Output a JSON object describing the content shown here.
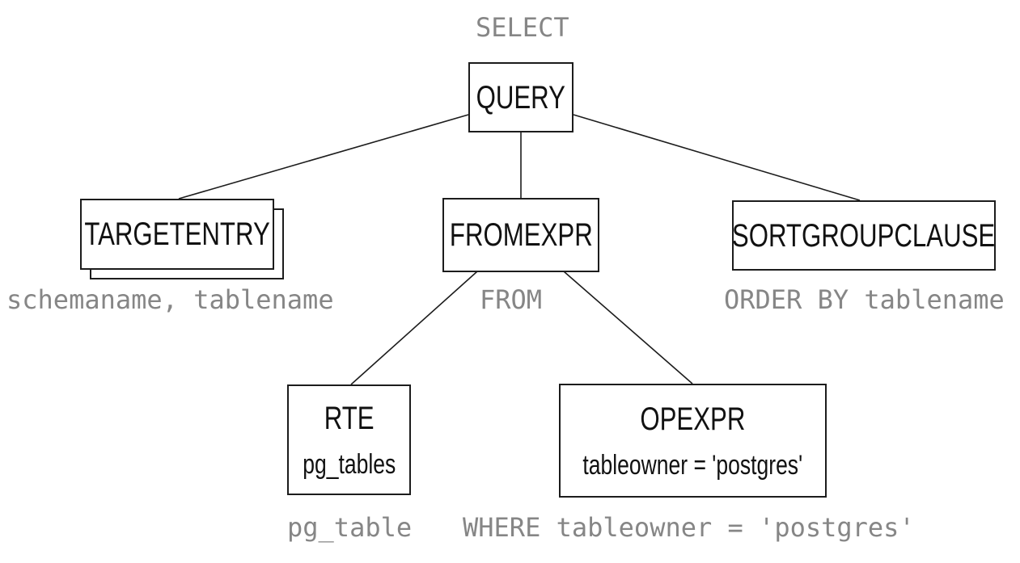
{
  "diagram": {
    "background": "#ffffff",
    "colors": {
      "box_border": "#1c1c1c",
      "box_text": "#111111",
      "caption_text": "#868686",
      "edge_line": "#1c1c1c"
    },
    "captions": {
      "select": "SELECT",
      "targetentry": "schemaname, tablename",
      "fromexpr": "FROM",
      "sortgroupclause": "ORDER BY tablename",
      "rte": "pg_table",
      "opexpr": "WHERE tableowner = 'postgres'"
    },
    "nodes": {
      "query": {
        "label": "QUERY"
      },
      "targetentry": {
        "label": "TARGETENTRY",
        "stacked": true
      },
      "fromexpr": {
        "label": "FROMEXPR"
      },
      "sortgroupclause": {
        "label": "SORTGROUPCLAUSE"
      },
      "rte": {
        "label": "RTE",
        "sublabel": "pg_tables"
      },
      "opexpr": {
        "label": "OPEXPR",
        "sublabel": "tableowner = 'postgres'"
      }
    },
    "edges": [
      {
        "from": "query",
        "to": "targetentry"
      },
      {
        "from": "query",
        "to": "fromexpr"
      },
      {
        "from": "query",
        "to": "sortgroupclause"
      },
      {
        "from": "fromexpr",
        "to": "rte"
      },
      {
        "from": "fromexpr",
        "to": "opexpr"
      }
    ]
  }
}
